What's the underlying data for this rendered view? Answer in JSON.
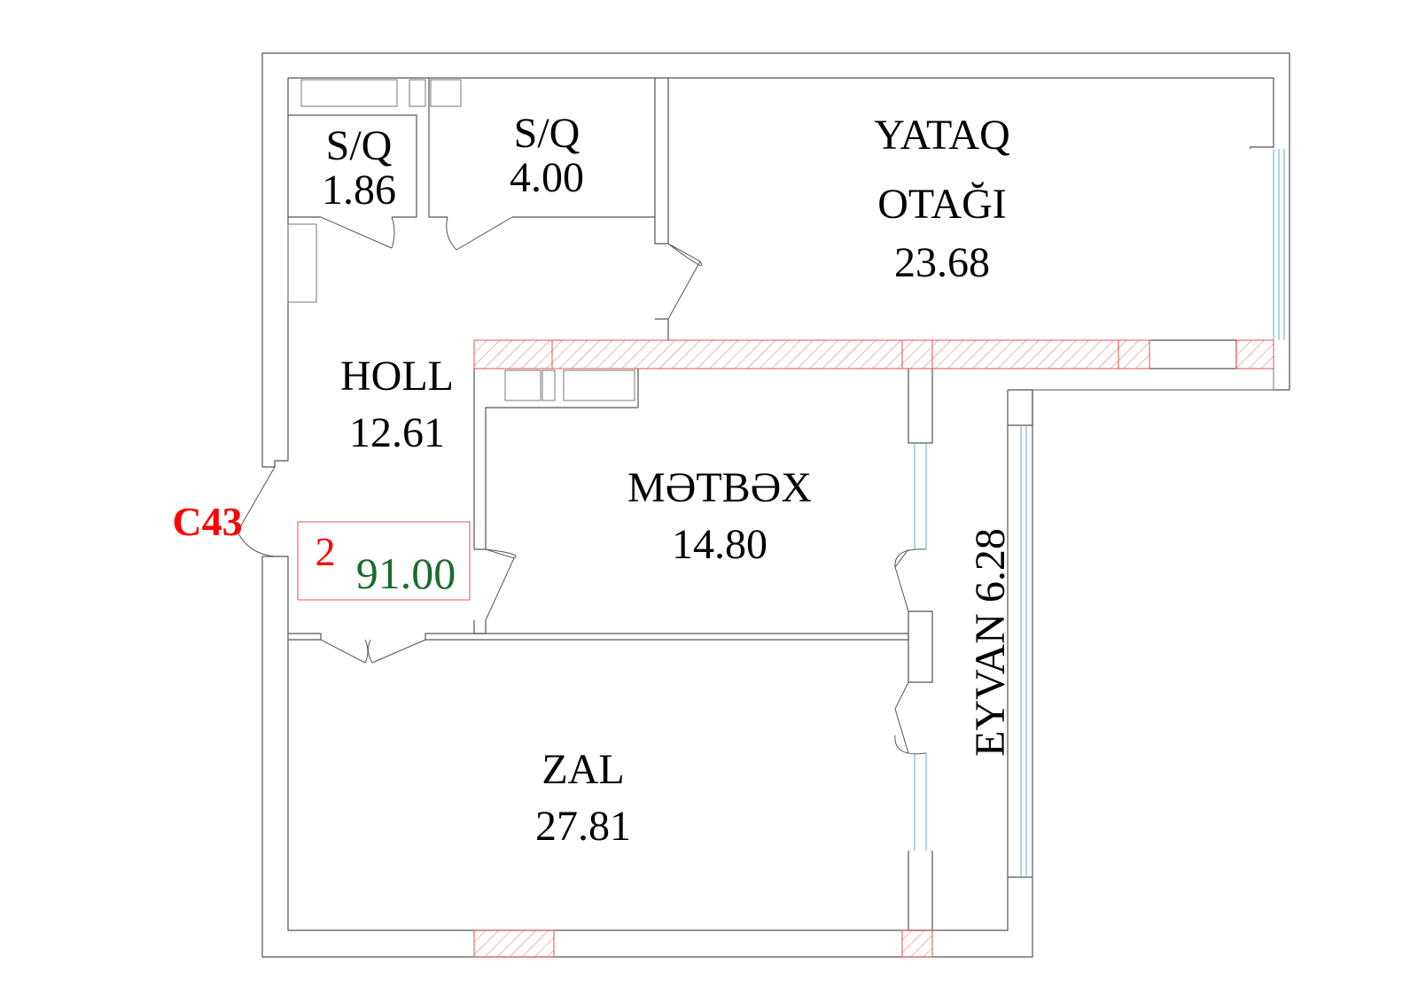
{
  "rooms": {
    "sq1": {
      "name": "S/Q",
      "area": "1.86"
    },
    "sq2": {
      "name": "S/Q",
      "area": "4.00"
    },
    "yataq": {
      "name_line1": "YATAQ",
      "name_line2": "OTAĞI",
      "area": "23.68"
    },
    "holl": {
      "name": "HOLL",
      "area": "12.61"
    },
    "metbex": {
      "name": "MƏTBƏX",
      "area": "14.80"
    },
    "zal": {
      "name": "ZAL",
      "area": "27.81"
    },
    "eyvan": {
      "label": "EYVAN 6.28"
    }
  },
  "apartment": {
    "code": "C43",
    "rooms_count": "2",
    "total_area": "91.00"
  },
  "colors": {
    "code": "#ff0000",
    "rooms_count": "#ff0000",
    "total_area": "#1a6b2e",
    "hatch": "#e05050",
    "wall": "#555555"
  }
}
